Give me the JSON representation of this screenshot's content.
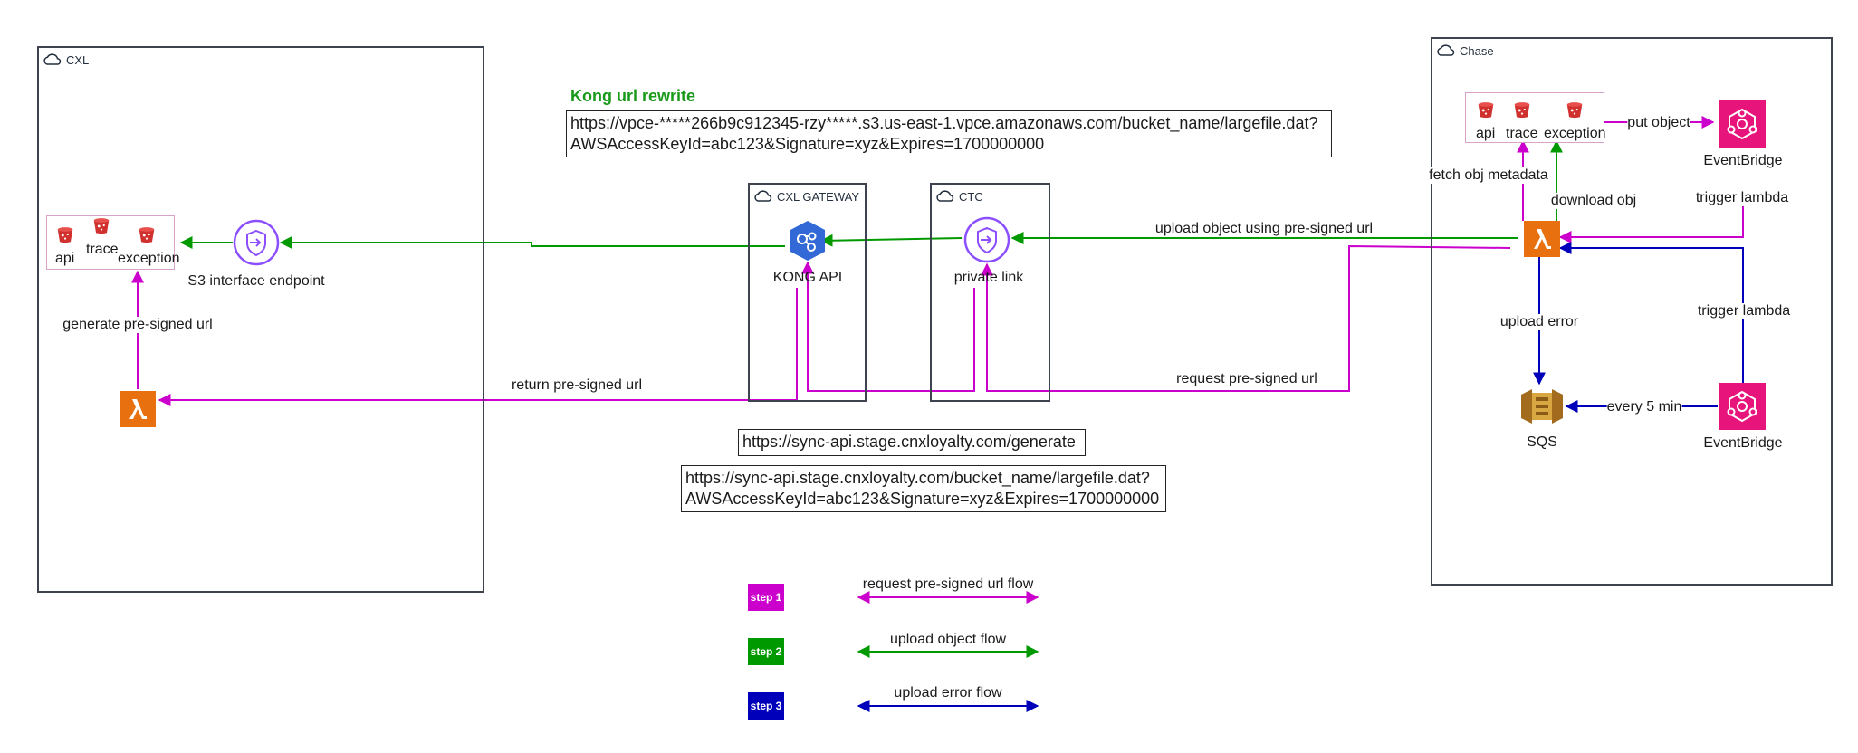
{
  "groups": {
    "cxl": "CXL",
    "chase": "Chase",
    "cxl_gateway": "CXL GATEWAY",
    "ctc": "CTC"
  },
  "kong_rewrite": {
    "title": "Kong url rewrite",
    "line1": "https://vpce-*****266b9c912345-rzy*****.s3.us-east-1.vpce.amazonaws.com/bucket_name/largefile.dat?",
    "line2": "AWSAccessKeyId=abc123&Signature=xyz&Expires=1700000000"
  },
  "generate_url": "https://sync-api.stage.cnxloyalty.com/generate",
  "sync_url": {
    "line1": "https://sync-api.stage.cnxloyalty.com/bucket_name/largefile.dat?",
    "line2": "AWSAccessKeyId=abc123&Signature=xyz&Expires=1700000000"
  },
  "cxl_buckets": [
    "api",
    "trace",
    "exception"
  ],
  "chase_buckets": [
    "api",
    "trace",
    "exception"
  ],
  "nodes": {
    "s3_endpoint": "S3 interface endpoint",
    "kong_api": "KONG API",
    "private_link": "private link",
    "eventbridge_top": "EventBridge",
    "eventbridge_bottom": "EventBridge",
    "sqs": "SQS"
  },
  "edge_labels": {
    "generate_presigned": "generate pre-signed url",
    "return_presigned": "return pre-signed url",
    "request_presigned": "request pre-signed url",
    "upload_object": "upload object using pre-signed url",
    "put_object": "put object",
    "fetch_metadata": "fetch obj metadata",
    "download_obj": "download obj",
    "trigger_lambda_top": "trigger lambda",
    "trigger_lambda_right": "trigger lambda",
    "upload_error": "upload error",
    "every_5_min": "every 5 min"
  },
  "legend": [
    {
      "step": "step 1",
      "label": "request pre-signed url flow",
      "color": "#cc00cc"
    },
    {
      "step": "step 2",
      "label": "upload object flow",
      "color": "#009900"
    },
    {
      "step": "step 3",
      "label": "upload error flow",
      "color": "#0000bb"
    }
  ],
  "colors": {
    "magenta": "#cc00cc",
    "green": "#009900",
    "blue": "#0000bb",
    "lambda_orange": "#e8700f",
    "eventbridge_pink": "#e7157b",
    "bucket_red": "#d1312e",
    "kong_blue": "#3269d6",
    "endpoint_purple": "#8c4fff",
    "sqs_gold": "#c9952c"
  }
}
